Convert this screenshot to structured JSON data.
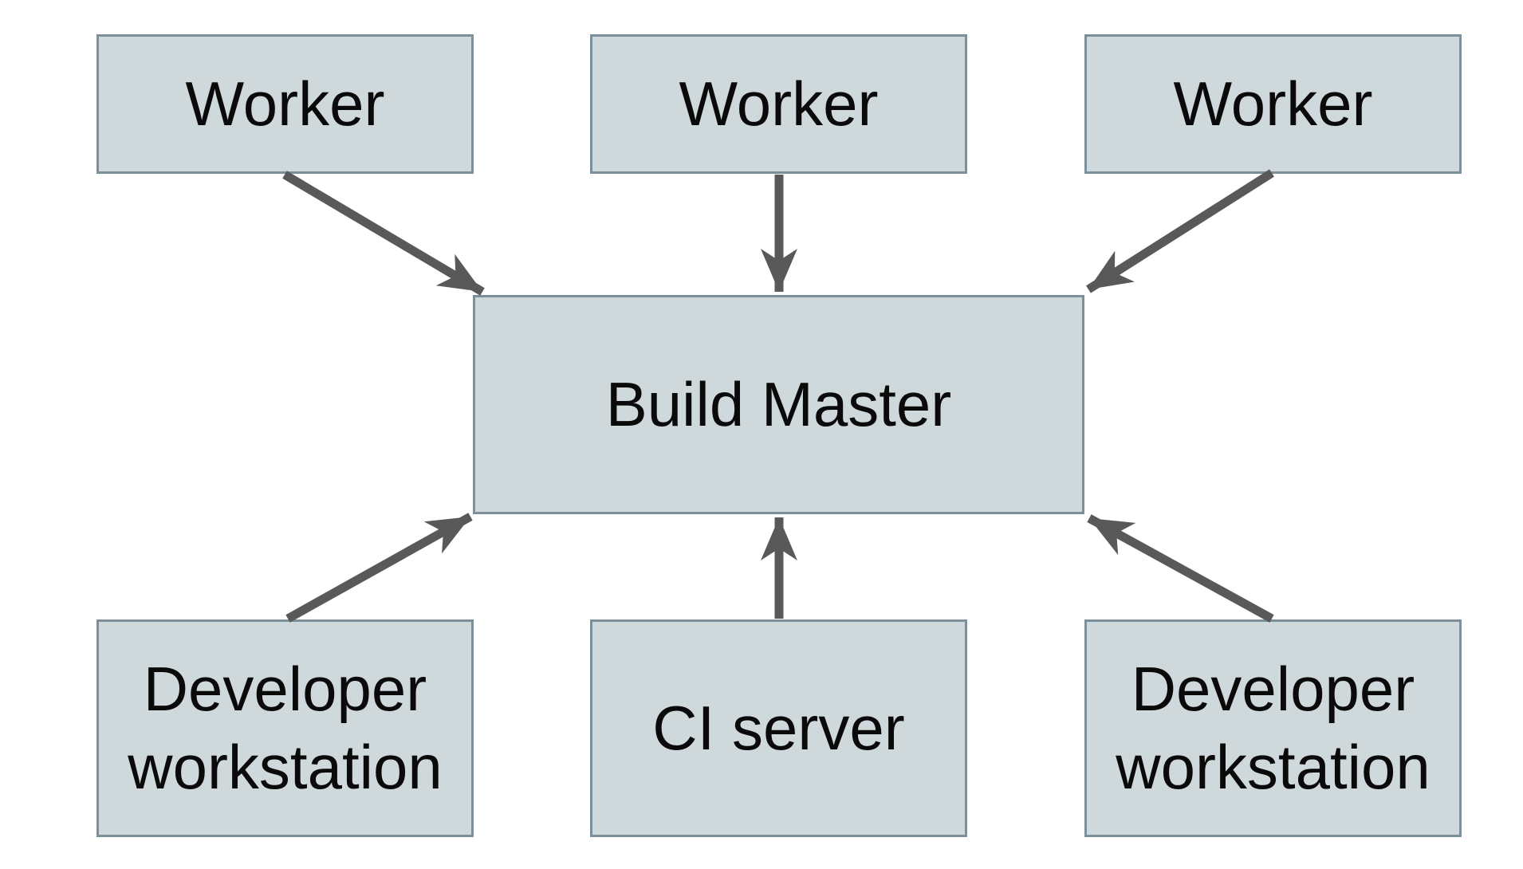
{
  "diagram": {
    "nodes": {
      "worker_1": {
        "label": "Worker"
      },
      "worker_2": {
        "label": "Worker"
      },
      "worker_3": {
        "label": "Worker"
      },
      "build_master": {
        "label": "Build Master"
      },
      "dev_workstation_left": {
        "label": "Developer workstation"
      },
      "ci_server": {
        "label": "CI server"
      },
      "dev_workstation_right": {
        "label": "Developer workstation"
      }
    },
    "edges": [
      {
        "from": "worker_1",
        "to": "build_master"
      },
      {
        "from": "worker_2",
        "to": "build_master"
      },
      {
        "from": "worker_3",
        "to": "build_master"
      },
      {
        "from": "dev_workstation_left",
        "to": "build_master"
      },
      {
        "from": "ci_server",
        "to": "build_master"
      },
      {
        "from": "dev_workstation_right",
        "to": "build_master"
      }
    ],
    "colors": {
      "node_fill": "#cfd8da",
      "node_border": "#7b909b",
      "arrow": "#595959",
      "text": "#0a0a0a",
      "background": "#ffffff"
    }
  }
}
